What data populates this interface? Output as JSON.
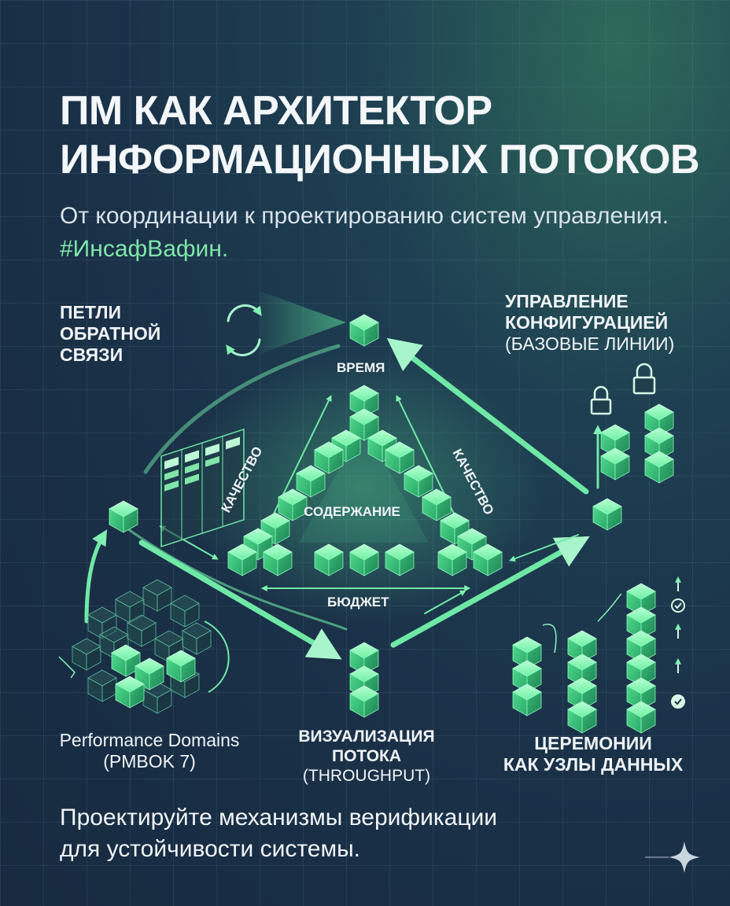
{
  "title_line1": "ПМ КАК АРХИТЕКТОР",
  "title_line2": "ИНФОРМАЦИОННЫХ ПОТОКОВ",
  "subtitle_text": "От координации к проектированию систем управления.",
  "subtitle_hashtag": "#ИнсафВафин.",
  "nodes": {
    "feedback_loops": {
      "line1": "ПЕТЛИ",
      "line2": "ОБРАТНОЙ",
      "line3": "СВЯЗИ"
    },
    "configuration": {
      "line1": "УПРАВЛЕНИЕ",
      "line2": "КОНФИГУРАЦИЕЙ",
      "line3": "(БАЗОВЫЕ ЛИНИИ)"
    },
    "performance": {
      "line1": "Performance Domains",
      "line2": "(PMBOK 7)"
    },
    "visualization": {
      "line1": "ВИЗУАЛИЗАЦИЯ",
      "line2": "ПОТОКА",
      "line3": "(THROUGHPUT)"
    },
    "ceremonies": {
      "line1": "ЦЕРЕМОНИИ",
      "line2": "КАК УЗЛЫ ДАННЫХ"
    }
  },
  "triangle": {
    "top": "ВРЕМЯ",
    "left": "КАЧЕСТВО",
    "right": "КАЧЕСТВО",
    "center": "СОДЕРЖАНИЕ",
    "bottom": "БЮДЖЕТ"
  },
  "footer_line1": "Проектируйте механизмы верификации",
  "footer_line2": "для устойчивости системы.",
  "colors": {
    "accent": "#5ee89a",
    "cube_face": "#3cc878",
    "background": "#1a3148"
  }
}
